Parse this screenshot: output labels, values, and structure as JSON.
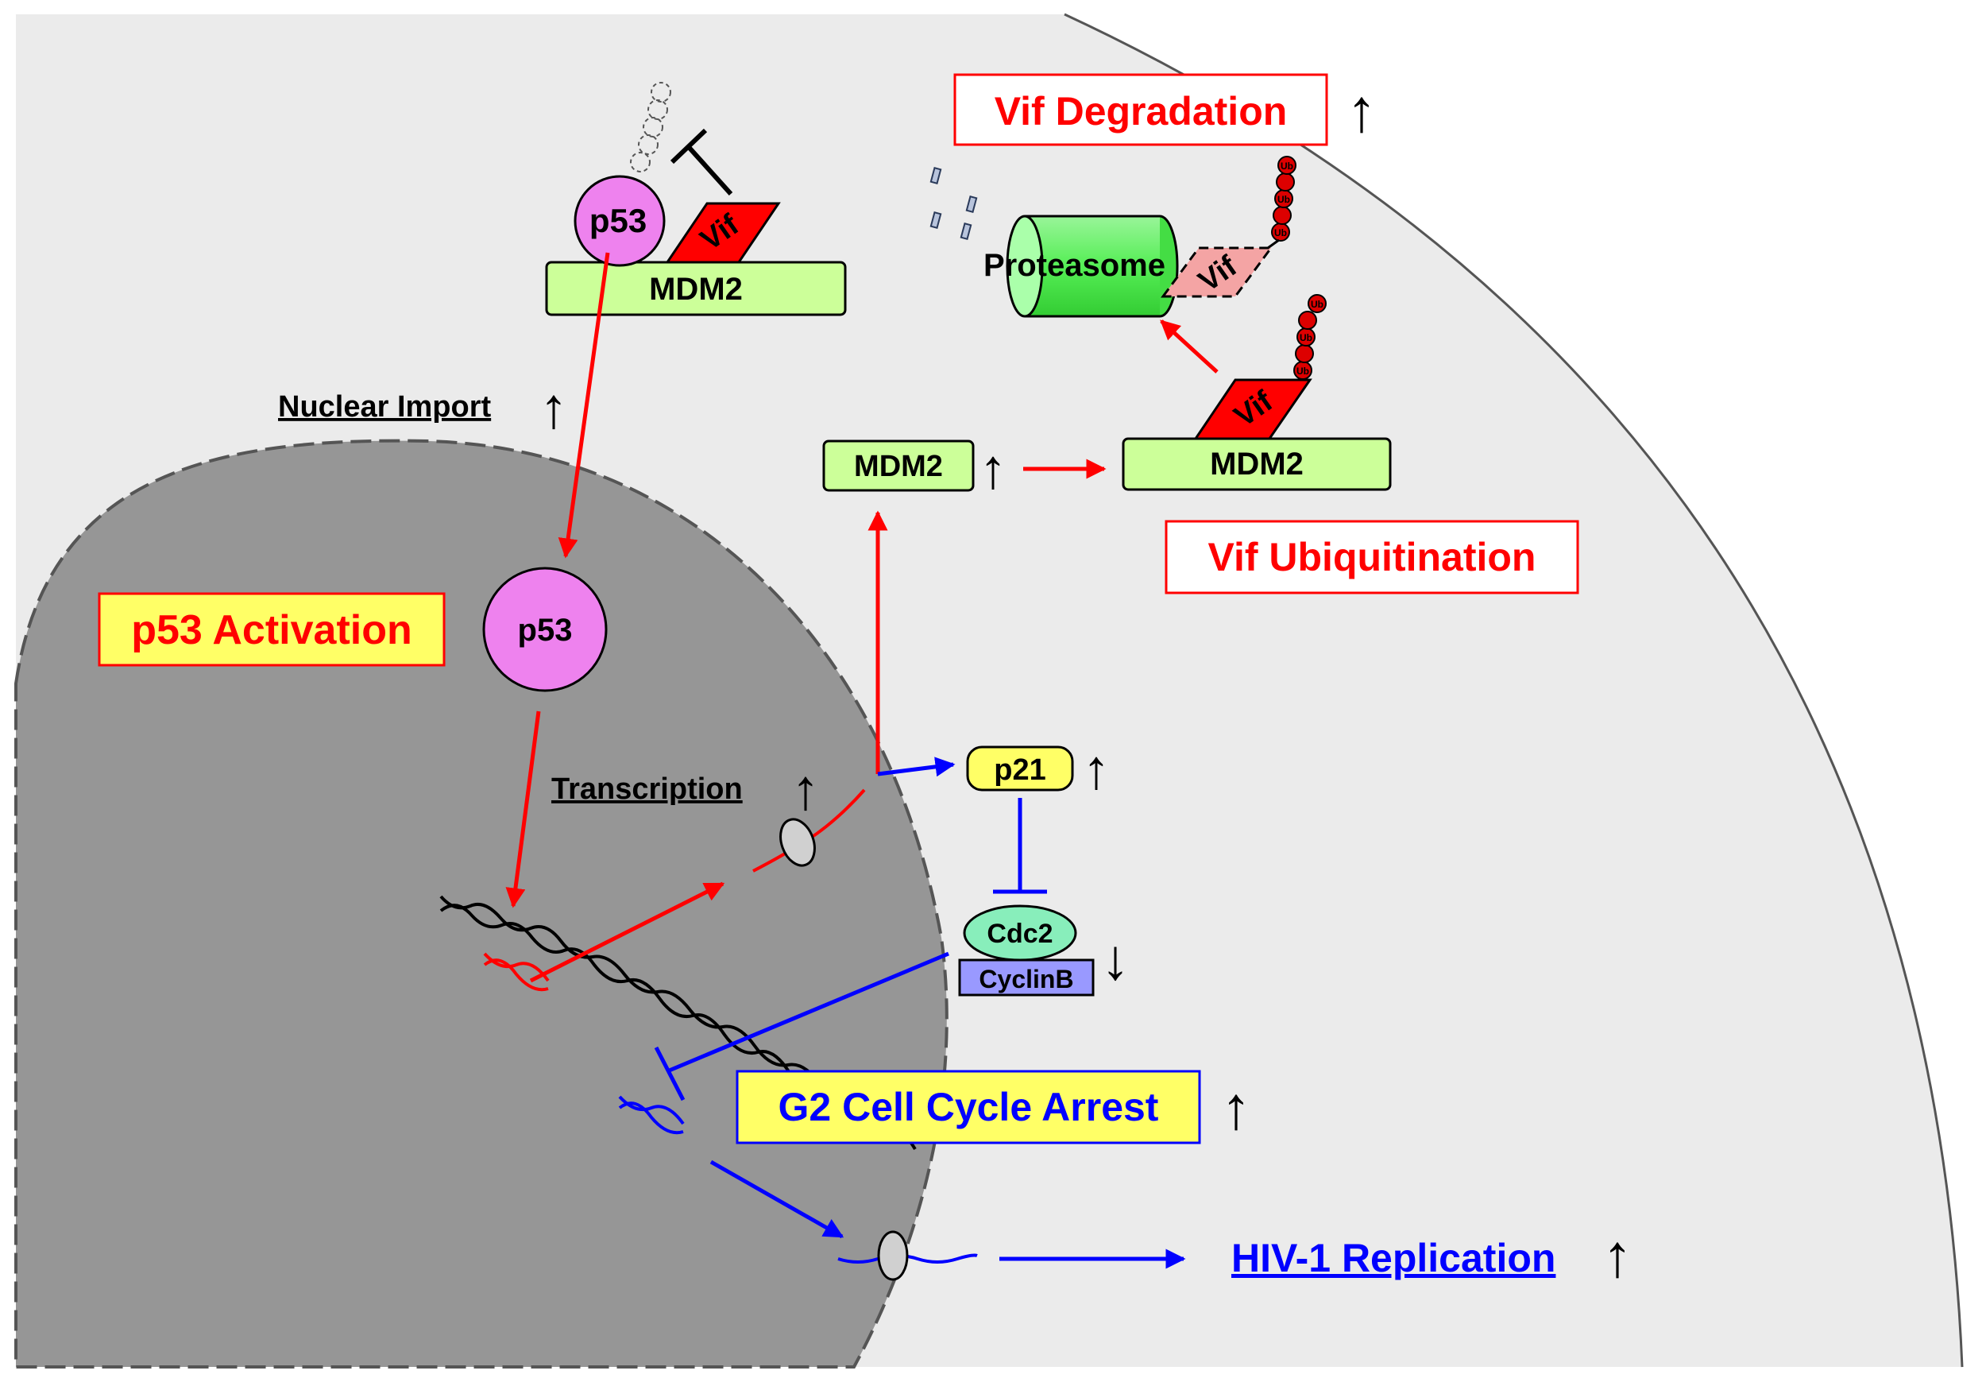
{
  "labels": {
    "vif_degradation": "Vif Degradation",
    "proteasome": "Proteasome",
    "vif": "Vif",
    "p53": "p53",
    "mdm2": "MDM2",
    "nuclear_import": "Nuclear Import",
    "vif_ubiquitination": "Vif Ubiquitination",
    "p53_activation": "p53 Activation",
    "transcription": "Transcription",
    "p21": "p21",
    "cdc2": "Cdc2",
    "cyclinb": "CyclinB",
    "g2_arrest": "G2 Cell Cycle Arrest",
    "hiv_replication": "HIV-1 Replication",
    "ub": "Ub"
  },
  "colors": {
    "cytoplasm": "#ebebeb",
    "nucleus": "#969696",
    "p53": "#ee82ee",
    "mdm2": "#ccff99",
    "vif": "#ff0000",
    "proteasome": "#66ee66",
    "p21": "#ffff66",
    "cdc2": "#88eebb",
    "cyclinb": "#9999ff",
    "highlight_box": "#ffff66",
    "activation_arrow": "#ff0000",
    "inhibition_arrow": "#0000ff"
  },
  "regulation_arrows": {
    "up": "↑",
    "down": "↓"
  }
}
